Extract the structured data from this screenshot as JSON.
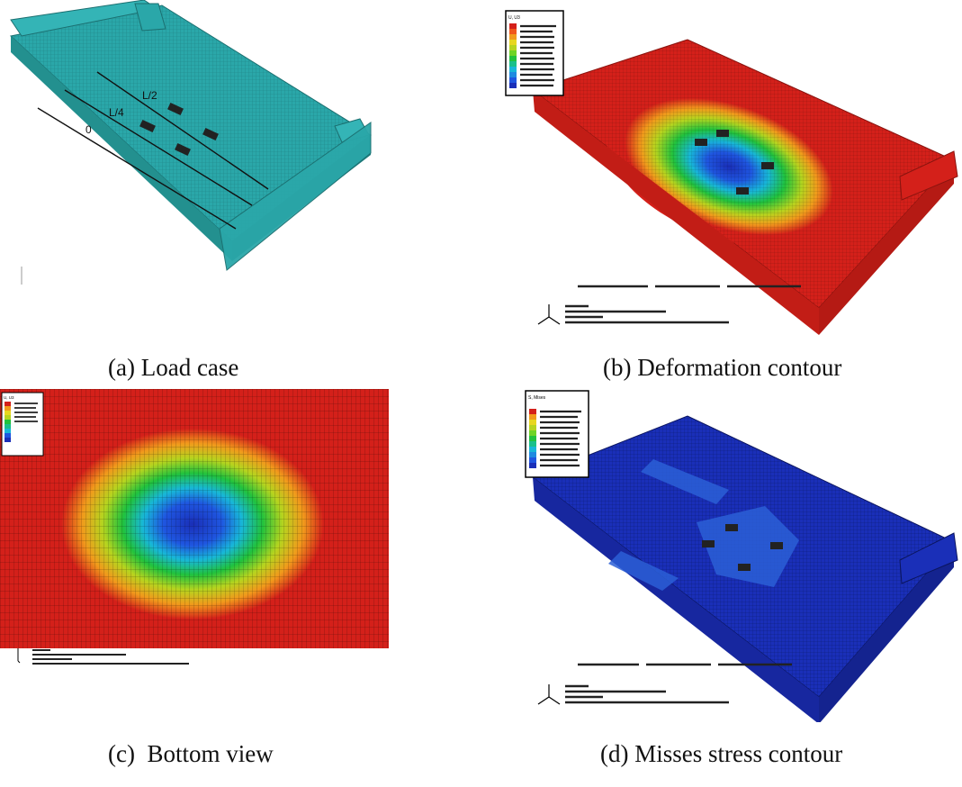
{
  "panels": [
    {
      "caption": "(a) Load case",
      "labels": [
        "L/2",
        "L/4",
        "0"
      ]
    },
    {
      "caption": "(b) Deformation contour",
      "legend_title": "U, U3"
    },
    {
      "caption": "(c)  Bottom view",
      "legend_title": "U, U3"
    },
    {
      "caption": "(d) Misses stress contour",
      "legend_title": "S, Mises"
    }
  ],
  "colors": {
    "mesh_cyan": "#2aa7a9",
    "contour_red": "#d4201a",
    "contour_blue": "#1a2fb8"
  }
}
